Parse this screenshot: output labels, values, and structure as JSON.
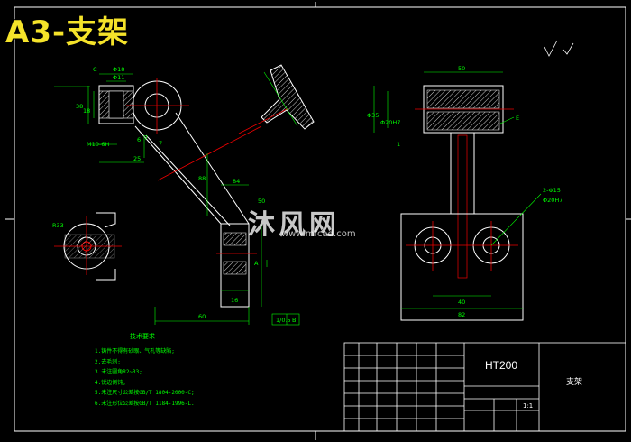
{
  "drawing_title": "A3-支架",
  "material": "HT200",
  "title_block_cn": "支架",
  "title_block_scale": "1:1",
  "watermark": {
    "brand": "沐风网",
    "url": "www.mfcad.com"
  },
  "tech_notes": {
    "heading": "技术要求",
    "items": [
      "1.铸件不得有砂眼、气孔等缺陷;",
      "2.去毛刺;",
      "3.未注圆角R2~R3;",
      "4.锐边倒钝;",
      "5.未注尺寸公差按GB/T 1804-2000-C;",
      "6.未注形位公差按GB/T 1184-1996-L."
    ]
  },
  "dimensions": {
    "left_view": [
      "C",
      "Φ18",
      "Φ11",
      "38",
      "18",
      "7",
      "M10-6H",
      "25",
      "6",
      "7",
      "88",
      "84",
      "50",
      "16",
      "60",
      "A",
      "1/0.5",
      "B",
      "R33"
    ],
    "right_view": [
      "50",
      "Φ35",
      "Φ20H7",
      "1",
      "E",
      "2-Φ15",
      "Φ20H7",
      "40",
      "82"
    ]
  }
}
